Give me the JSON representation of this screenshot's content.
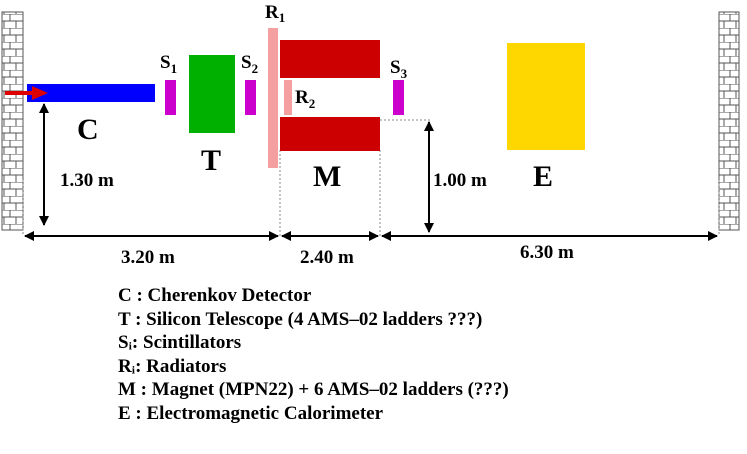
{
  "components": {
    "cherenkov": {
      "label": "C",
      "color": "#0000ff"
    },
    "telescope": {
      "label": "T",
      "color": "#00b000"
    },
    "magnet": {
      "label": "M",
      "color": "#cc0000"
    },
    "calorimeter": {
      "label": "E",
      "color": "#ffd700"
    },
    "scintillators": [
      {
        "label": "S",
        "sub": "1"
      },
      {
        "label": "S",
        "sub": "2"
      },
      {
        "label": "S",
        "sub": "3"
      }
    ],
    "scintillator_color": "#cc00cc",
    "radiators": [
      {
        "label": "R",
        "sub": "1"
      },
      {
        "label": "R",
        "sub": "2"
      }
    ],
    "radiator_color": "#f4a0a0",
    "beam_color": "#dd0000"
  },
  "dimensions": {
    "height_left": "1.30 m",
    "height_right": "1.00 m",
    "span_1": "3.20 m",
    "span_2": "2.40 m",
    "span_3": "6.30 m"
  },
  "legend": [
    "C :  Cherenkov  Detector",
    "T :  Silicon  Telescope  (4 AMS–02 ladders ???)",
    "Sᵢ:  Scintillators",
    "Rᵢ:  Radiators",
    "M :  Magnet (MPN22) +  6 AMS–02 ladders (???)",
    "E :  Electromagnetic Calorimeter"
  ]
}
